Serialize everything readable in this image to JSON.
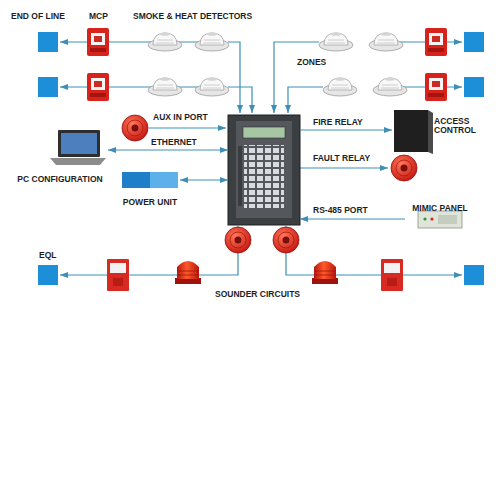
{
  "diagram": {
    "nodes": [
      {
        "text": []
      },
      {
        "text": [
          "PC CONFIGURATION"
        ]
      },
      {
        "text": [
          "POWER UNIT"
        ]
      },
      {
        "text": [
          "ACCESS CONTROL"
        ]
      },
      {
        "text": [
          "MIMIC PANEL"
        ]
      }
    ],
    "edges": [
      {
        "from": 1,
        "to": 0,
        "arrow": "both",
        "label": "ETHERNET"
      },
      {
        "from": 0,
        "to": 2,
        "arrow": "both"
      },
      {
        "from": 0,
        "to": 3,
        "arrow": "to",
        "label": "FIRE RELAY"
      },
      {
        "from": 4,
        "to": 0,
        "arrow": "to",
        "label": "RS-485 PORT"
      }
    ],
    "labels": [
      "END OF LINE",
      "MCP",
      "SMOKE & HEAT DETECTORS",
      "ZONES",
      "AUX IN PORT",
      "FAULT RELAY",
      "EQL",
      "SOUNDER CIRCUITS"
    ]
  }
}
